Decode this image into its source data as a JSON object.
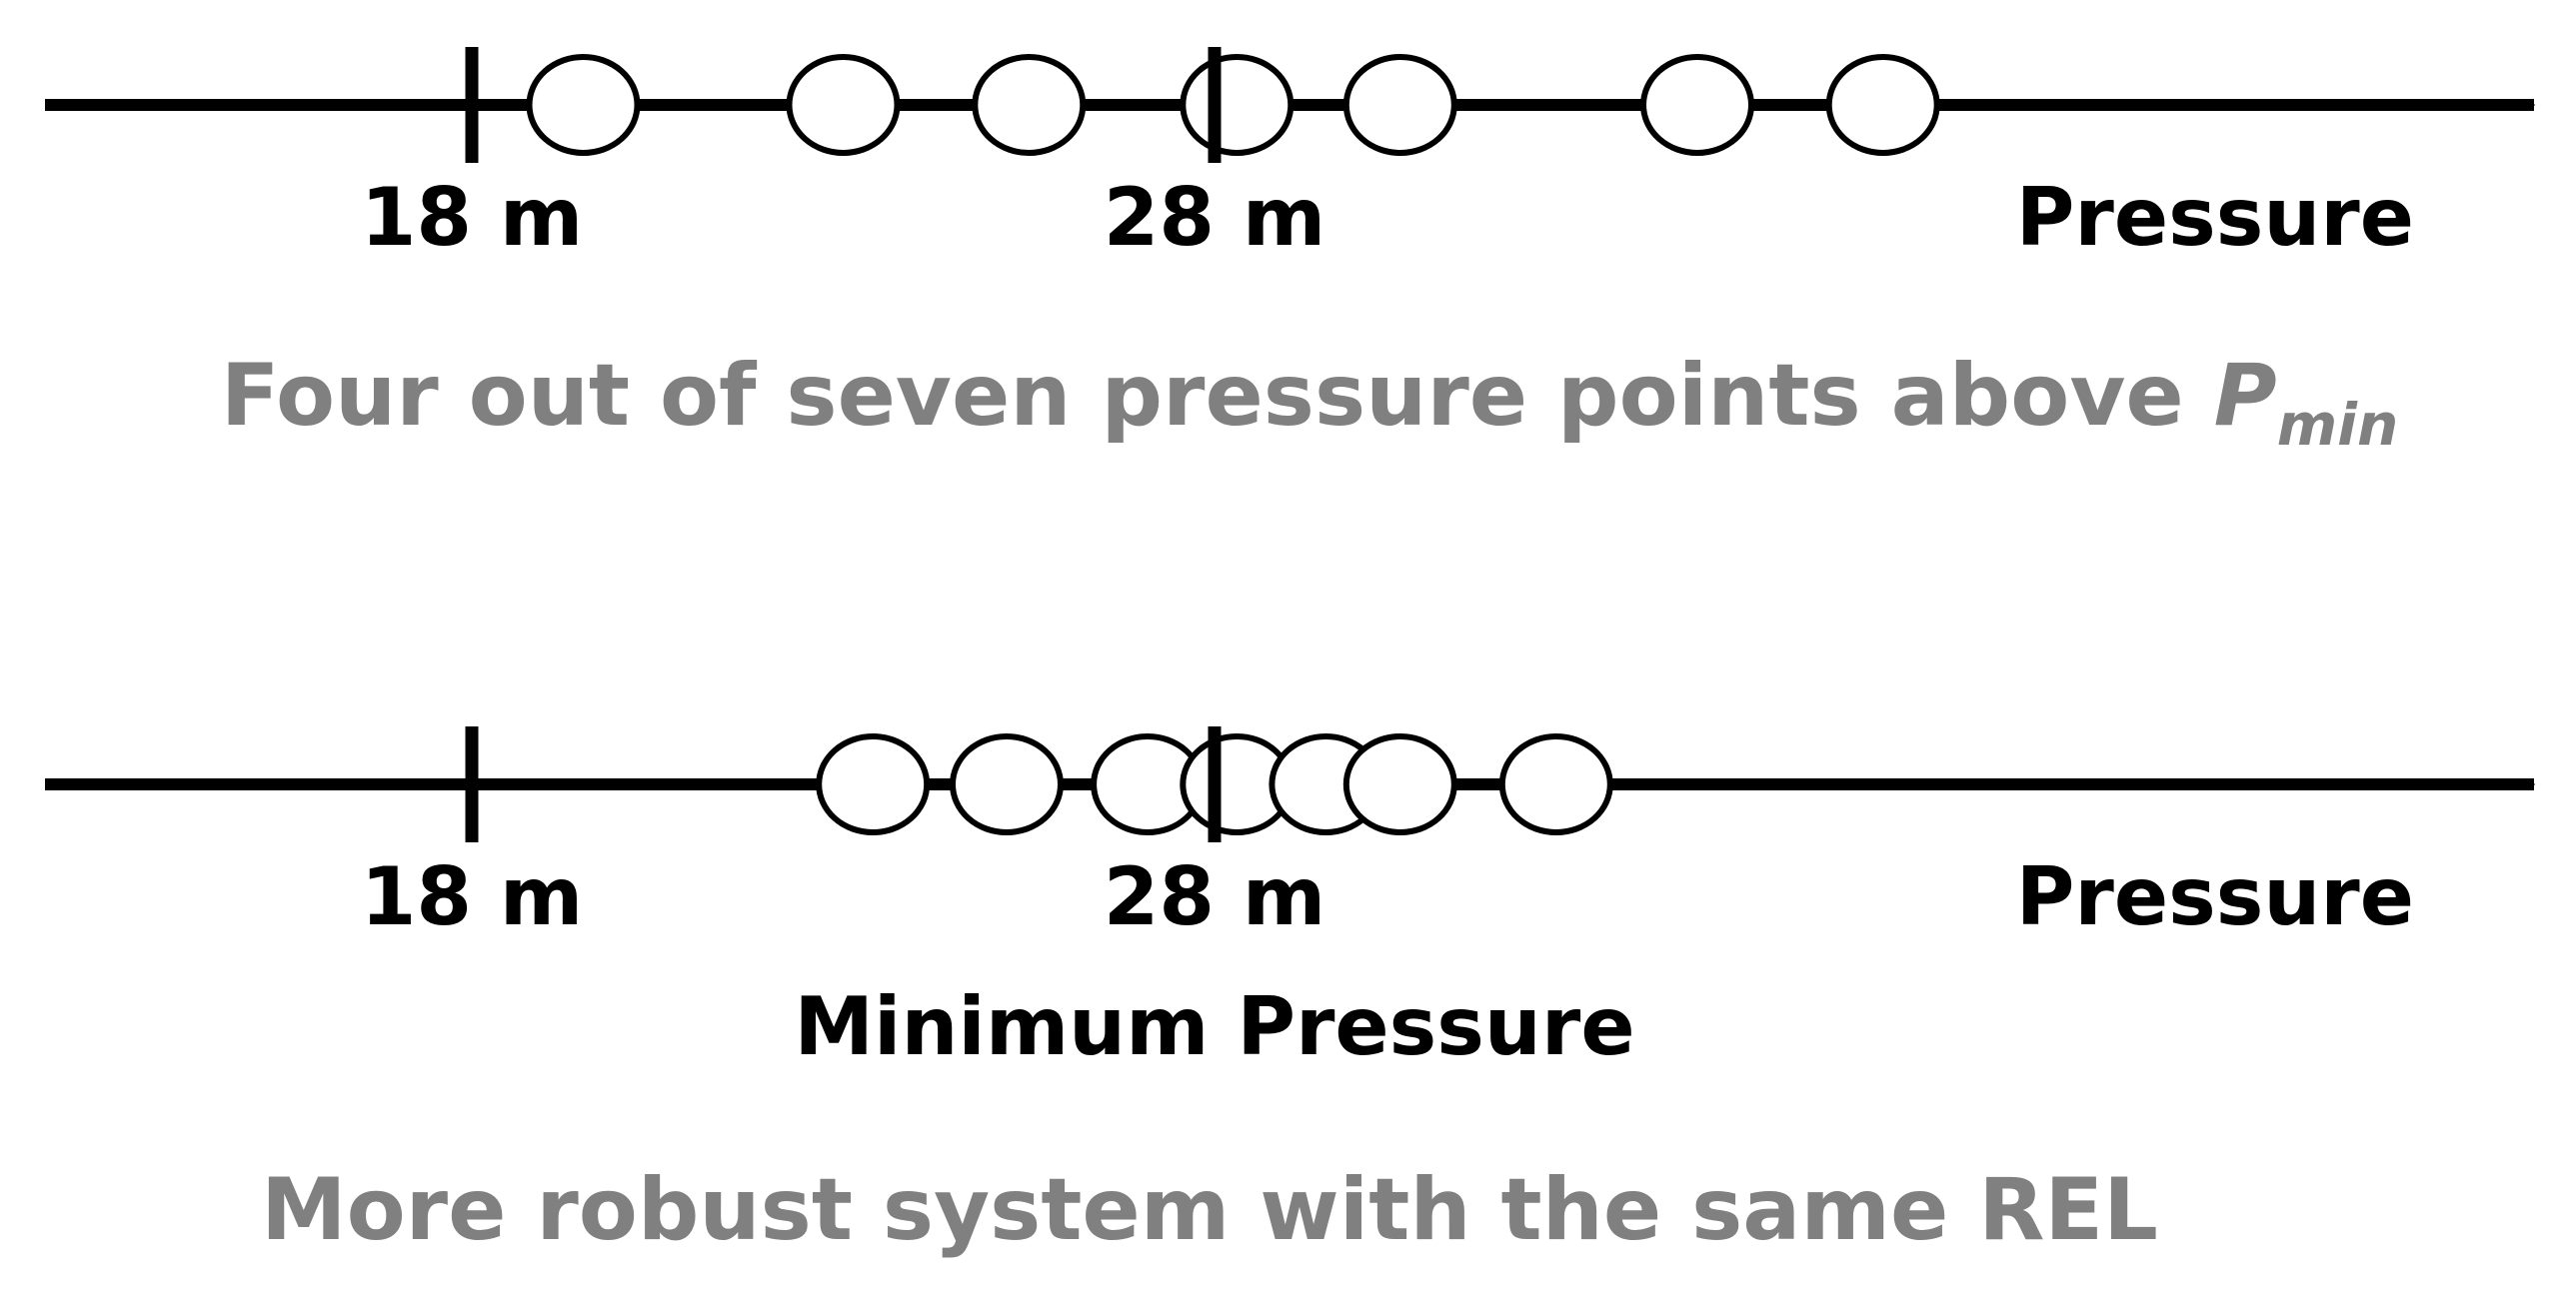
{
  "colors": {
    "line": "#000000",
    "caption": "#808080",
    "circle_fill": "#ffffff"
  },
  "panels": [
    {
      "axis_end_label": "Pressure",
      "ticks": [
        {
          "label": "18 m",
          "value": 18
        },
        {
          "label": "28 m",
          "value": 28
        }
      ],
      "points": [
        19.5,
        23,
        25.5,
        28.3,
        30.5,
        34.5,
        37
      ],
      "caption": {
        "text": "Four out of seven pressure points above ",
        "symbol": "P",
        "subscript": "min"
      }
    },
    {
      "axis_end_label": "Pressure",
      "ticks": [
        {
          "label": "18 m",
          "value": 18
        },
        {
          "label": "28 m",
          "value": 28
        }
      ],
      "extra_label": "Minimum Pressure",
      "points": [
        23.4,
        25.2,
        27.1,
        28.3,
        29.5,
        30.5,
        32.6
      ],
      "caption": {
        "text": "More robust system with the same REL"
      }
    }
  ]
}
